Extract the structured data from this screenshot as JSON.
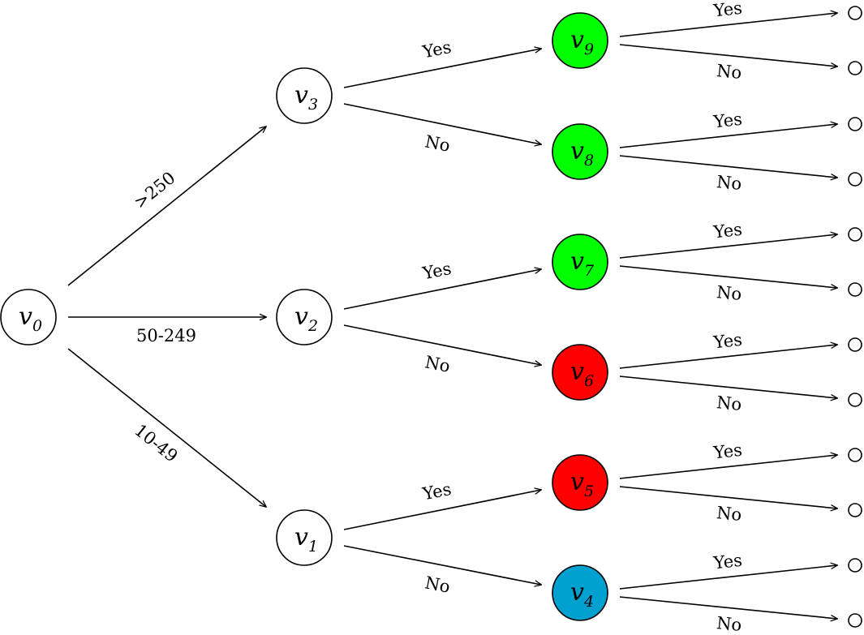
{
  "colors": {
    "white": "#ffffff",
    "green": "#00ff00",
    "red": "#ff0000",
    "blue": "#00a0d0",
    "stroke": "#000000"
  },
  "nodes": [
    {
      "id": "v0",
      "base": "v",
      "sub": "0",
      "color": "#ffffff"
    },
    {
      "id": "v1",
      "base": "v",
      "sub": "1",
      "color": "#ffffff"
    },
    {
      "id": "v2",
      "base": "v",
      "sub": "2",
      "color": "#ffffff"
    },
    {
      "id": "v3",
      "base": "v",
      "sub": "3",
      "color": "#ffffff"
    },
    {
      "id": "v4",
      "base": "v",
      "sub": "4",
      "color": "#00a0d0"
    },
    {
      "id": "v5",
      "base": "v",
      "sub": "5",
      "color": "#ff0000"
    },
    {
      "id": "v6",
      "base": "v",
      "sub": "6",
      "color": "#ff0000"
    },
    {
      "id": "v7",
      "base": "v",
      "sub": "7",
      "color": "#00ff00"
    },
    {
      "id": "v8",
      "base": "v",
      "sub": "8",
      "color": "#00ff00"
    },
    {
      "id": "v9",
      "base": "v",
      "sub": "9",
      "color": "#00ff00"
    }
  ],
  "edges": [
    {
      "from": "v0",
      "to": "v3",
      "label": ">250"
    },
    {
      "from": "v0",
      "to": "v2",
      "label": "50-249"
    },
    {
      "from": "v0",
      "to": "v1",
      "label": "10-49"
    },
    {
      "from": "v3",
      "to": "v9",
      "label": "Yes"
    },
    {
      "from": "v3",
      "to": "v8",
      "label": "No"
    },
    {
      "from": "v2",
      "to": "v7",
      "label": "Yes"
    },
    {
      "from": "v2",
      "to": "v6",
      "label": "No"
    },
    {
      "from": "v1",
      "to": "v5",
      "label": "Yes"
    },
    {
      "from": "v1",
      "to": "v4",
      "label": "No"
    },
    {
      "from": "v9",
      "to": "leaf-v9-yes",
      "label": "Yes"
    },
    {
      "from": "v9",
      "to": "leaf-v9-no",
      "label": "No"
    },
    {
      "from": "v8",
      "to": "leaf-v8-yes",
      "label": "Yes"
    },
    {
      "from": "v8",
      "to": "leaf-v8-no",
      "label": "No"
    },
    {
      "from": "v7",
      "to": "leaf-v7-yes",
      "label": "Yes"
    },
    {
      "from": "v7",
      "to": "leaf-v7-no",
      "label": "No"
    },
    {
      "from": "v6",
      "to": "leaf-v6-yes",
      "label": "Yes"
    },
    {
      "from": "v6",
      "to": "leaf-v6-no",
      "label": "No"
    },
    {
      "from": "v5",
      "to": "leaf-v5-yes",
      "label": "Yes"
    },
    {
      "from": "v5",
      "to": "leaf-v5-no",
      "label": "No"
    },
    {
      "from": "v4",
      "to": "leaf-v4-yes",
      "label": "Yes"
    },
    {
      "from": "v4",
      "to": "leaf-v4-no",
      "label": "No"
    }
  ]
}
